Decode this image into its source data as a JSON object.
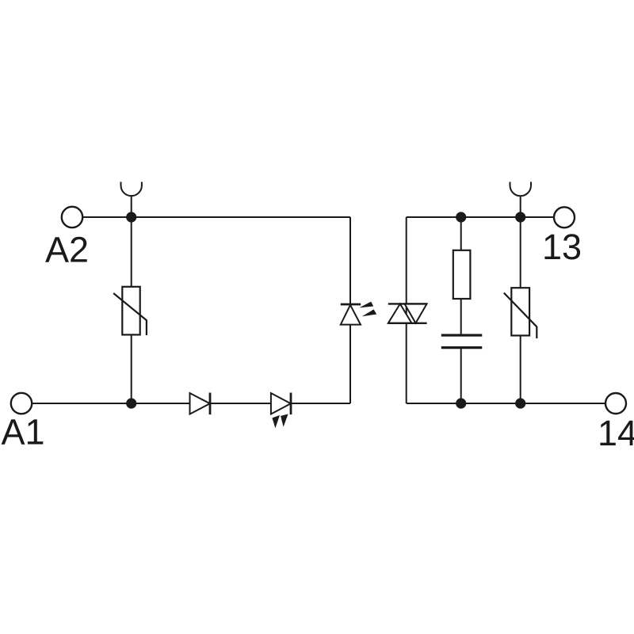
{
  "colors": {
    "background": "#ffffff",
    "line": "#1a1a1a",
    "symbol_fill": "#ffffff"
  },
  "terminals": {
    "a2": "A2",
    "a1": "A1",
    "t13": "13",
    "t14": "14"
  },
  "icons": [
    "terminal-circle",
    "plug-socket-arc-icon",
    "junction-dot",
    "varistor-icon",
    "diode-icon",
    "led-icon",
    "led-emission-arrows-icon",
    "optocoupler-led-icon",
    "triac-icon",
    "resistor-icon",
    "capacitor-icon"
  ],
  "diagram_type": "relay-module-circuit-schematic"
}
